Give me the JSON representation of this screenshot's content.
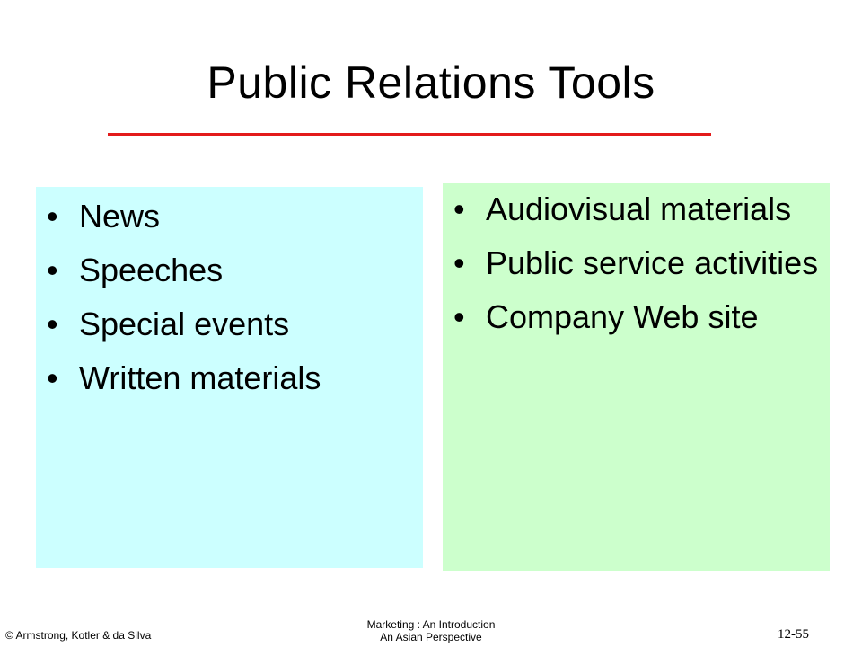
{
  "slide": {
    "title": "Public Relations Tools",
    "left_panel": {
      "bg_color": "#ccffff",
      "items": [
        {
          "label": "News"
        },
        {
          "label": "Speeches"
        },
        {
          "label": "Special events"
        },
        {
          "label": "Written materials"
        }
      ]
    },
    "right_panel": {
      "bg_color": "#ccffcc",
      "items": [
        {
          "label": "Audiovisual materials"
        },
        {
          "label": "Public service activities"
        },
        {
          "label": "Company Web site"
        }
      ]
    },
    "bullet_glyph": "•",
    "accent_color": "#e31b1b",
    "footer": {
      "copyright": "© Armstrong, Kotler & da Silva",
      "book_title_line1": "Marketing : An Introduction",
      "book_title_line2": "An Asian Perspective",
      "page_number": "12-55"
    }
  }
}
